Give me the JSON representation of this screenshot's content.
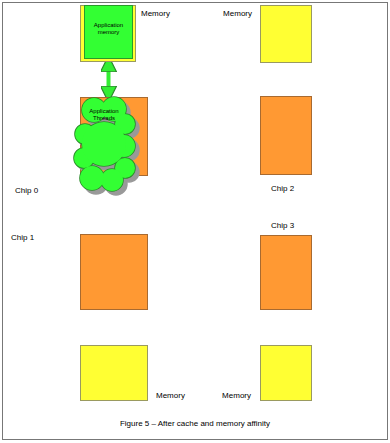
{
  "diagram": {
    "caption": "Figure 5 – After cache and memory affinity",
    "nodes": [
      {
        "text": [
          "Memory"
        ]
      },
      {
        "text": [
          "Application memory"
        ],
        "in": 0
      },
      {
        "text": [
          "Memory"
        ]
      },
      {
        "text": [
          "Chip 0"
        ]
      },
      {
        "text": [
          "Application Threads"
        ]
      },
      {
        "text": [
          "Chip 2"
        ]
      },
      {
        "text": [
          "Chip 1"
        ]
      },
      {
        "text": [
          "Chip 3"
        ]
      },
      {
        "text": [
          "Memory"
        ]
      },
      {
        "text": [
          "Memory"
        ]
      }
    ],
    "edges": [
      {
        "from": 1,
        "to": 4,
        "arrow": "both"
      }
    ]
  }
}
